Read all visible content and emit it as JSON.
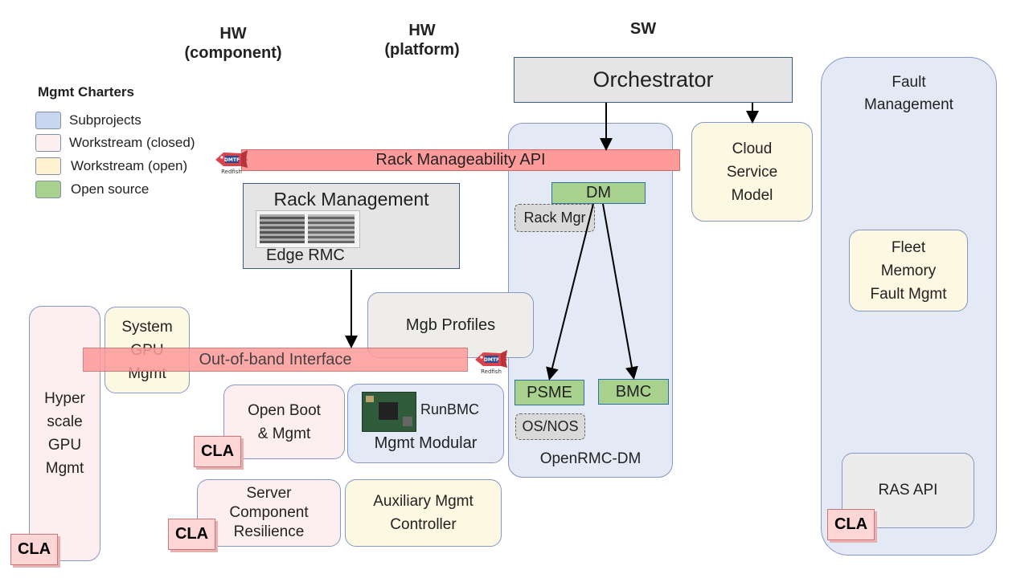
{
  "headers": {
    "hw_component": "HW\n(component)",
    "hw_platform": "HW\n(platform)",
    "sw": "SW"
  },
  "legend": {
    "title": "Mgmt Charters",
    "items": [
      {
        "label": "Subprojects",
        "color": "#e3e9f5"
      },
      {
        "label": "Workstream (closed)",
        "color": "#fdeff0"
      },
      {
        "label": "Workstream (open)",
        "color": "#fdf8e2"
      },
      {
        "label": "Open source",
        "color": "#a9d18e"
      }
    ]
  },
  "boxes": {
    "orchestrator": "Orchestrator",
    "rack_api": "Rack Manageability API",
    "rack_management": "Rack Management",
    "edge_rmc": "Edge RMC",
    "cloud_service_model": "Cloud\nService\nModel",
    "fault_management": "Fault\nManagement",
    "fleet_memory": "Fleet\nMemory\nFault Mgmt",
    "ras_api": "RAS API",
    "dm": "DM",
    "rack_mgr": "Rack Mgr",
    "psme": "PSME",
    "bmc": "BMC",
    "os_nos": "OS/NOS",
    "openrmc_dm": "OpenRMC-DM",
    "mgb_profiles": "Mgb Profiles",
    "oob_interface": "Out-of-band Interface",
    "system_gpu": "System\nGPU\nMgmt",
    "hyperscale_gpu": "Hyper\nscale\nGPU\nMgmt",
    "open_boot": "Open Boot\n& Mgmt",
    "runbmc": "RunBMC",
    "mgmt_modular": "Mgmt Modular",
    "server_component": "Server\nComponent\nResilience",
    "auxiliary": "Auxiliary Mgmt\nController"
  },
  "cla_label": "CLA",
  "redfish": {
    "dmtf": "DMTF",
    "name": "Redfish"
  }
}
